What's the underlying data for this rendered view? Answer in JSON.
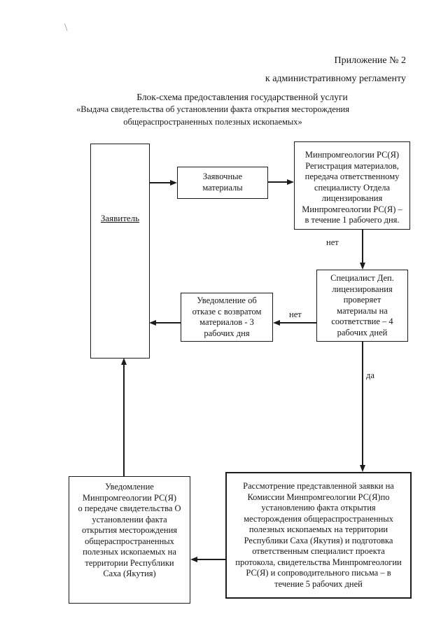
{
  "page": {
    "stray_mark": "\\",
    "header": {
      "line1": "Приложение № 2",
      "line2": "к административному регламенту"
    },
    "title": {
      "line1": "Блок-схема предоставления государственной услуги",
      "line2": "«Выдача свидетельства об установлении факта открытия месторождения",
      "line3": "общераспространенных полезных ископаемых»"
    }
  },
  "flowchart": {
    "nodes": {
      "zayavitel": {
        "label": "Заявитель"
      },
      "zayavochnye_materialy": {
        "text": "Заявочные\nматериалы"
      },
      "registratsiya": {
        "text": "Минпромгеологии РС(Я)\nРегистрация материалов,\nпередача ответственному\nспециалисту Отдела\nлицензирования\nМинпромгеологии РС(Я) –\nв течение 1 рабочего дня."
      },
      "proverka": {
        "text": "Специалист Деп.\nлицензирования\nпроверяет\nматериалы на\nсоответствие – 4\nрабочих дней"
      },
      "otkaz": {
        "text": "Уведомление об\nотказе с возвратом\nматериалов - 3\nрабочих дня"
      },
      "rassmotrenie": {
        "text": "Рассмотрение представленной заявки на\nКомиссии Минпромгеологии РС(Я)по\nустановлению факта открытия\nместорождения общераспространенных\nполезных ископаемых на территории\nРеспублики Саха (Якутия) и подготовка\nответственным специалист проекта\nпротокола, свидетельства Минпромгеологии\nРС(Я) и сопроводительного письма – в\nтечение 5 рабочих дней"
      },
      "uvedomlenie": {
        "text": "Уведомление\nМинпромгеологии РС(Я)\nо передаче свидетельства О\nустановлении факта\nоткрытия месторождения\nобщераспространенных\nполезных ископаемых на\nтерритории Республики\nСаха (Якутия)"
      }
    },
    "edge_labels": {
      "net_vertical": "нет",
      "net_horizontal": "нет",
      "da": "да"
    }
  },
  "colors": {
    "background": "#ffffff",
    "text": "#161616",
    "line": "#1c1c1c",
    "stray_mark": "#8f8f8f"
  }
}
